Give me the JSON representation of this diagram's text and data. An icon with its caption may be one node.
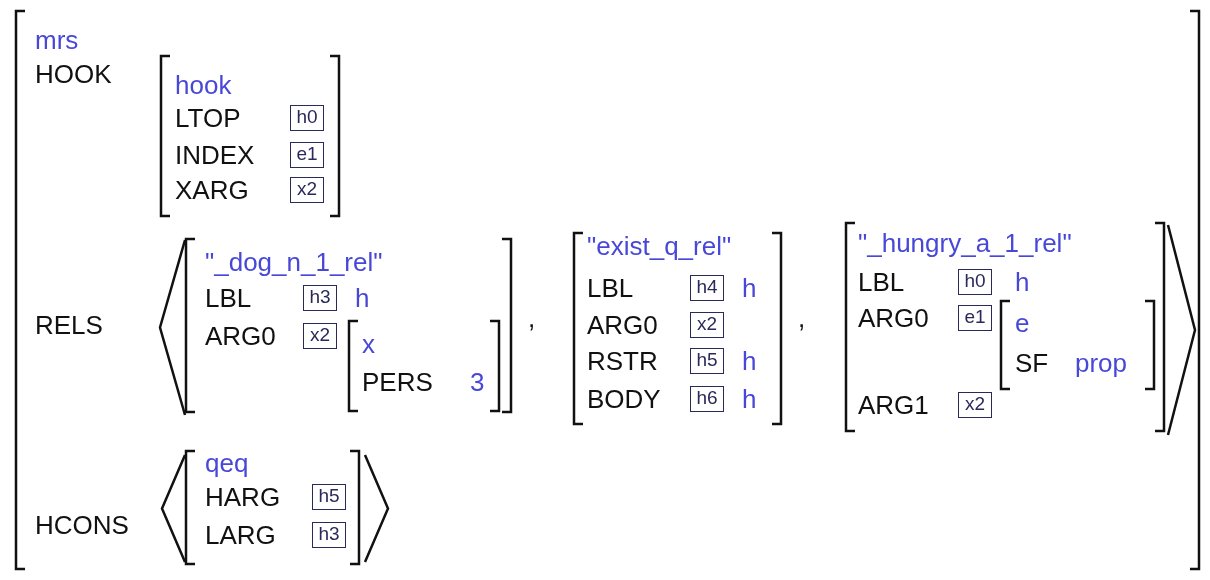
{
  "diagram": {
    "nodes": [
      {
        "text": [
          "mrs",
          "HOOK",
          "RELS",
          "HCONS"
        ]
      },
      {
        "text": [
          "hook",
          "LTOP",
          "INDEX",
          "XARG"
        ],
        "in": 0
      },
      {
        "text": [
          "h0"
        ],
        "in": 1
      },
      {
        "text": [
          "e1"
        ],
        "in": 1
      },
      {
        "text": [
          "x2"
        ],
        "in": 1
      },
      {
        "text": [
          "\"_dog_n_1_rel\"",
          "LBL",
          "h",
          "ARG0"
        ],
        "in": 0
      },
      {
        "text": [
          "h3"
        ],
        "in": 5
      },
      {
        "text": [
          "x2"
        ],
        "in": 5
      },
      {
        "text": [
          "x",
          "PERS",
          "3"
        ],
        "in": 5
      },
      {
        "text": [
          "\"exist_q_rel\"",
          "LBL",
          "h",
          "ARG0",
          "RSTR",
          "h",
          "BODY",
          "h"
        ],
        "in": 0
      },
      {
        "text": [
          "h4"
        ],
        "in": 9
      },
      {
        "text": [
          "x2"
        ],
        "in": 9
      },
      {
        "text": [
          "h5"
        ],
        "in": 9
      },
      {
        "text": [
          "h6"
        ],
        "in": 9
      },
      {
        "text": [
          "\"_hungry_a_1_rel\"",
          "LBL",
          "h",
          "ARG0",
          "ARG1"
        ],
        "in": 0
      },
      {
        "text": [
          "h0"
        ],
        "in": 14
      },
      {
        "text": [
          "e1"
        ],
        "in": 14
      },
      {
        "text": [
          "e",
          "SF",
          "prop"
        ],
        "in": 14
      },
      {
        "text": [
          "x2"
        ],
        "in": 14
      },
      {
        "text": [
          "qeq",
          "HARG",
          "LARG"
        ],
        "in": 0
      },
      {
        "text": [
          "h5"
        ],
        "in": 19
      },
      {
        "text": [
          "h3"
        ],
        "in": 19
      }
    ],
    "labels": [
      ",",
      ","
    ]
  }
}
